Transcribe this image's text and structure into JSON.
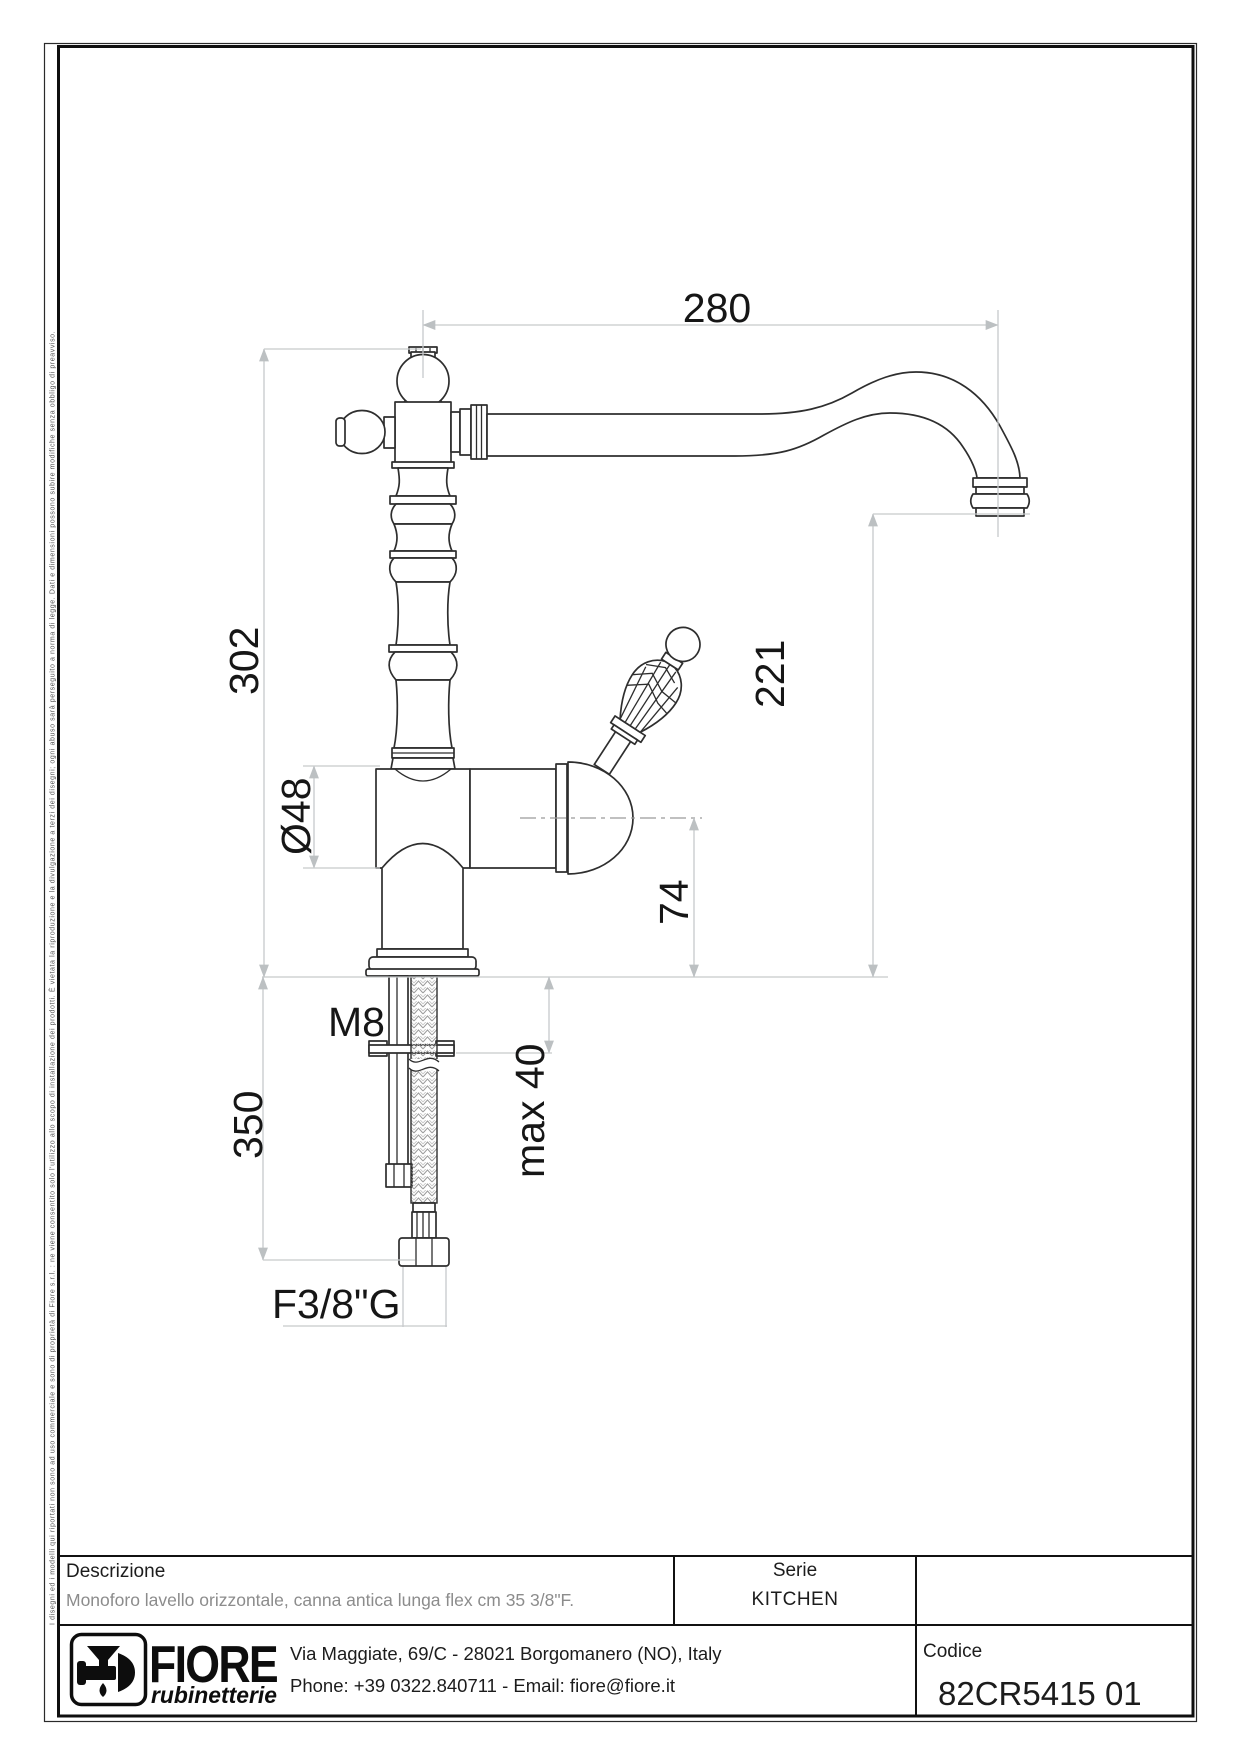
{
  "page": {
    "side_note": "I disegni ed i modelli qui riportati non sono ad uso commerciale e sono di proprietà di Fiore s.r.l. : ne viene consentito solo l'utilizzo allo scopo di installazione dei prodotti. È vietata la riproduzione e la divulgazione a terzi dei disegni; ogni abuso sarà perseguito a norma di legge. Dati e dimensioni possono subire modifiche senza obbligo di preavviso."
  },
  "dims": {
    "reach": "280",
    "height": "302",
    "outlet_height": "221",
    "body_dia": "Ø48",
    "body_center": "74",
    "thread": "M8",
    "hose_len": "350",
    "deck_max": "max 40",
    "connection": "F3/8\"G"
  },
  "title_block": {
    "description_label": "Descrizione",
    "description_value": "Monoforo lavello orizzontale, canna antica lunga flex cm 35 3/8\"F.",
    "series_label": "Serie",
    "series_value": "KITCHEN",
    "code_label": "Codice",
    "code_value": "82CR5415 01",
    "address_line1": "Via Maggiate, 69/C - 28021 Borgomanero (NO), Italy",
    "address_line2": "Phone: +39 0322.840711 - Email: fiore@fiore.it",
    "brand": {
      "name": "FIORE",
      "sub": "rubinetterie"
    }
  },
  "colors": {
    "line": "#2e2e2e",
    "dim_line": "#c6c9cb",
    "text": "#161616",
    "muted": "#8c8c8c"
  }
}
